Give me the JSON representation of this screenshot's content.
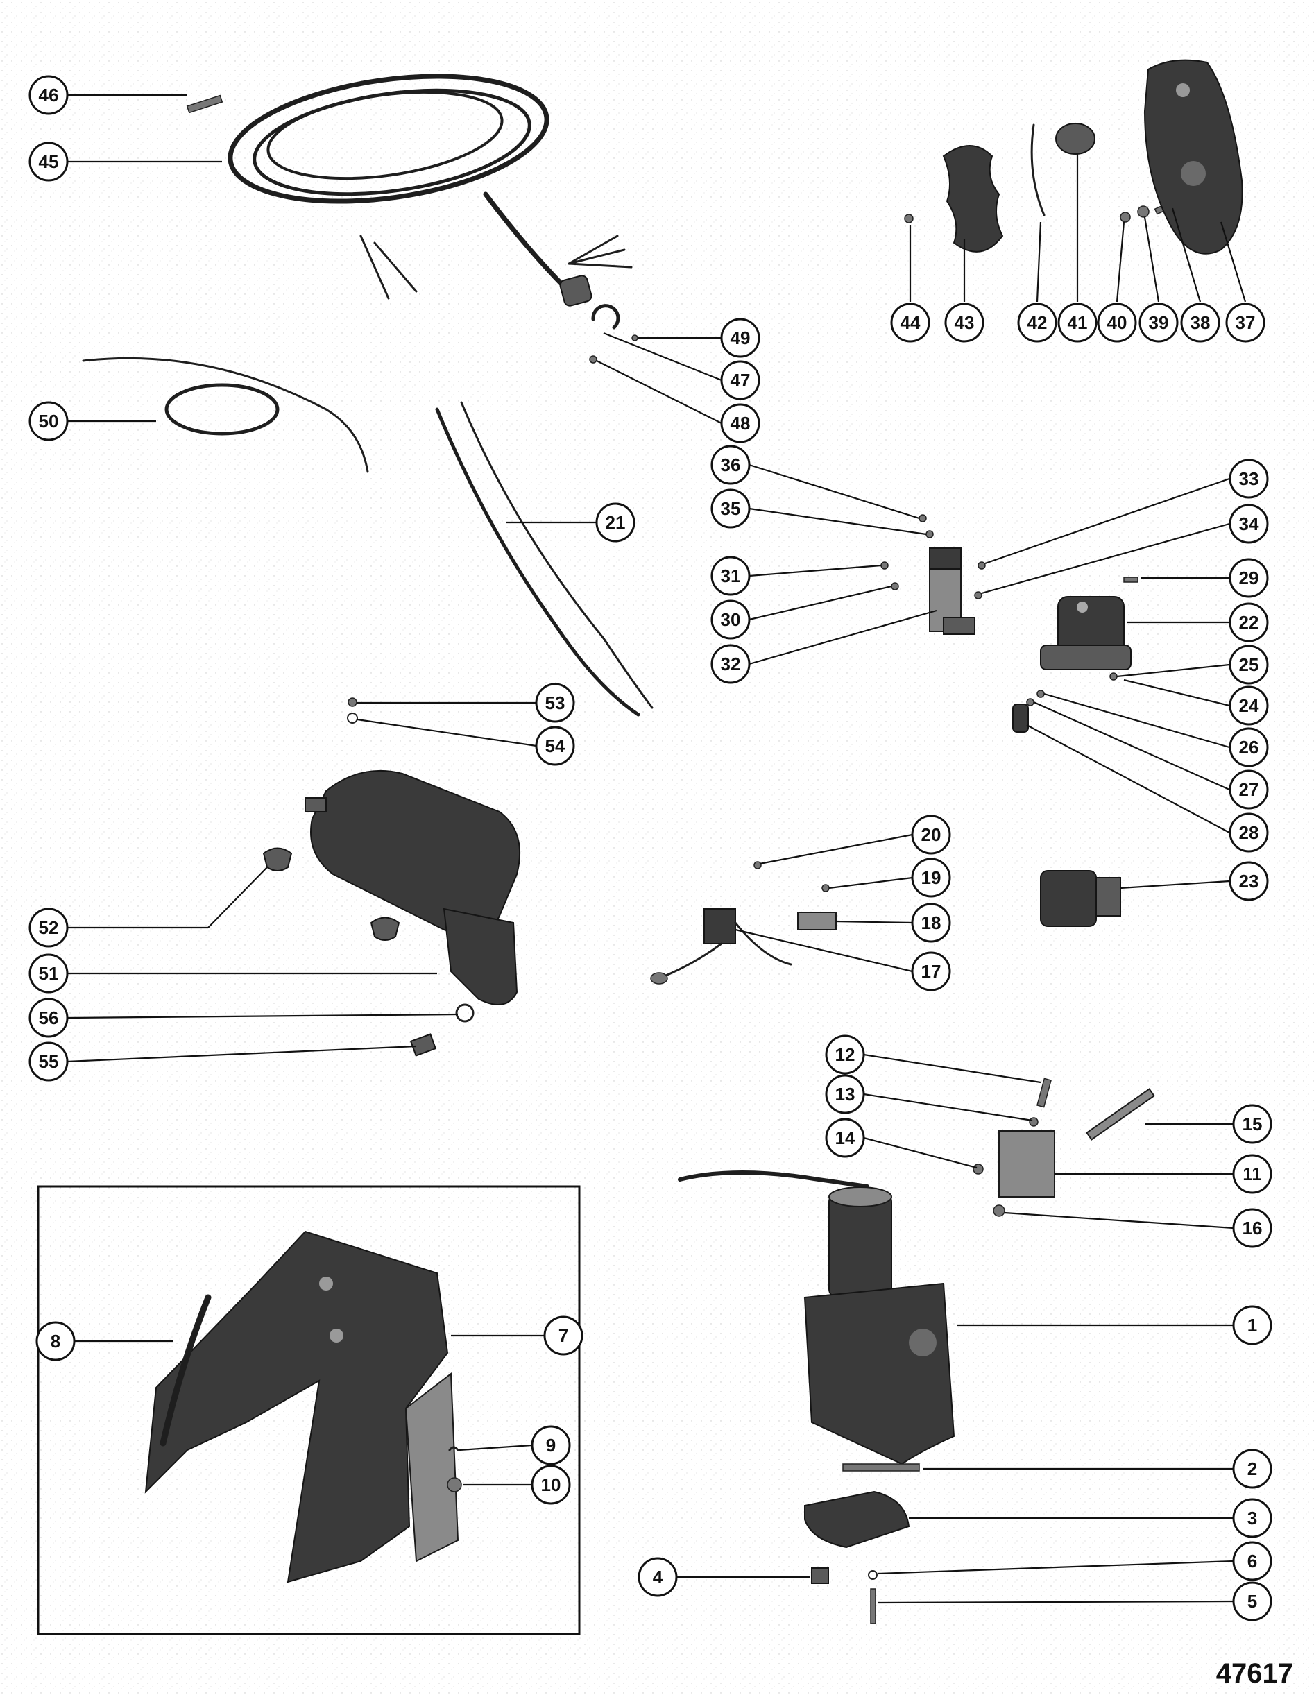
{
  "figure_number": "47617",
  "callouts": [
    "1",
    "2",
    "3",
    "4",
    "5",
    "6",
    "7",
    "8",
    "9",
    "10",
    "11",
    "12",
    "13",
    "14",
    "15",
    "16",
    "17",
    "18",
    "19",
    "20",
    "21",
    "22",
    "23",
    "24",
    "25",
    "26",
    "27",
    "28",
    "29",
    "30",
    "31",
    "32",
    "33",
    "34",
    "35",
    "36",
    "37",
    "38",
    "39",
    "40",
    "41",
    "42",
    "43",
    "44",
    "45",
    "46",
    "47",
    "48",
    "49",
    "50",
    "51",
    "52",
    "53",
    "54",
    "55",
    "56"
  ],
  "colors": {
    "ink": "#111111",
    "background": "#ffffff",
    "part_shade": "#3a3a3a"
  }
}
